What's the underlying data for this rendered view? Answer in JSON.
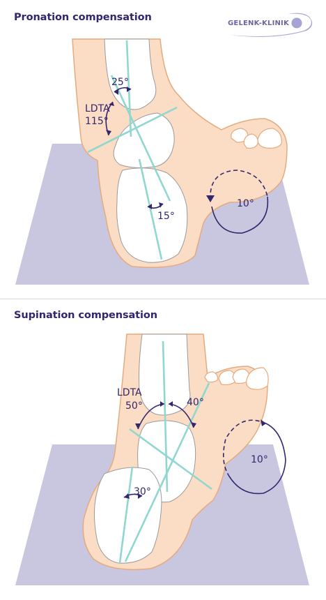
{
  "logo": {
    "text": "GELENK-KLINIK",
    "icon": "gelenk-klinik-logo-icon",
    "accent": "#a7a3d4"
  },
  "colors": {
    "skin": "#fbdcc4",
    "skin_outline": "#e5aa7d",
    "floor": "#c9c6e0",
    "bone": "#ffffff",
    "bone_outline": "#9a9a9a",
    "axis_line": "#8fd7cf",
    "annotation": "#33266e"
  },
  "pronation": {
    "title": "Pronation compensation",
    "angle_top": "25°",
    "ldta_label": "LDTA",
    "ldta_value": "115°",
    "angle_subtalar": "15°",
    "rotation": "10°"
  },
  "supination": {
    "title": "Supination compensation",
    "ldta_label": "LDTA",
    "ldta_value": "50°",
    "angle_right": "40°",
    "angle_subtalar": "30°",
    "rotation": "10°"
  }
}
